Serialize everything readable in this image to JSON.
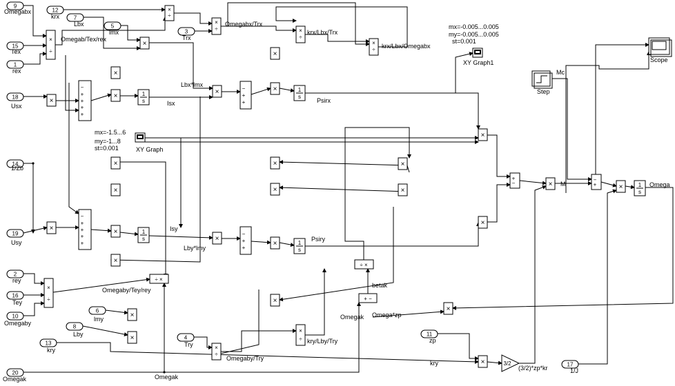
{
  "inports": [
    {
      "num": "9",
      "label": "Omegabx"
    },
    {
      "num": "15",
      "label": "Tex"
    },
    {
      "num": "1",
      "label": "rex"
    },
    {
      "num": "18",
      "label": "Usx"
    },
    {
      "num": "14",
      "label": "1/Zb"
    },
    {
      "num": "19",
      "label": "Usy"
    },
    {
      "num": "2",
      "label": "rey"
    },
    {
      "num": "16",
      "label": "Tey"
    },
    {
      "num": "10",
      "label": "Omegaby"
    },
    {
      "num": "20",
      "label": "Omegak"
    },
    {
      "num": "12",
      "label": "krx"
    },
    {
      "num": "7",
      "label": "Lbx"
    },
    {
      "num": "5",
      "label": "lmx"
    },
    {
      "num": "3",
      "label": "Trx"
    },
    {
      "num": "6",
      "label": "lmy"
    },
    {
      "num": "8",
      "label": "Lby"
    },
    {
      "num": "13",
      "label": "kry"
    },
    {
      "num": "4",
      "label": "Try"
    },
    {
      "num": "11",
      "label": "zp"
    },
    {
      "num": "17",
      "label": "1/J"
    }
  ],
  "signals": {
    "omegab_tex_rex": "Omegab/Tex/rex",
    "omegabx_trx": "Omegabx/Trx",
    "krx_lbx_trx": "krx/Lbx/Trx",
    "krx_lbx_omegabx": "krx/Lbx/Omegabx",
    "lbx_lmx": "Lbx*lmx",
    "isx": "Isx",
    "psirx": "Psirx",
    "isy": "Isy",
    "lby_lmy": "Lby*lmy",
    "psiry": "Psiry",
    "omegaby_tey_rey": "Omegaby/Tey/rey",
    "omegaby_try": "Omegaby/Try",
    "kry_lby_try": "kry/Lby/Try",
    "betak": "betak",
    "omegak": "Omegak",
    "omegak2": "Omegak",
    "omega_zp": "Omega*zp",
    "kry": "kry",
    "zp_kr": "(3/2)*zp*kr",
    "M": "M",
    "omega": "Omega",
    "mc": "Mc"
  },
  "graph_x": {
    "mx": "mx=-1.5...6",
    "my": "my=-1...8",
    "st": "st=0.001",
    "title": "XY Graph"
  },
  "graph_r": {
    "mx": "mx=-0.005...0.005",
    "my": "my=-0.005...0.005",
    "st": "st=0.001",
    "title": "XY Graph1"
  },
  "step_label": "Step",
  "scope_label": "Scope",
  "gain_label": "3/2",
  "integrator_label": "1/s",
  "colors": {
    "line": "#000000",
    "background": "#ffffff"
  }
}
